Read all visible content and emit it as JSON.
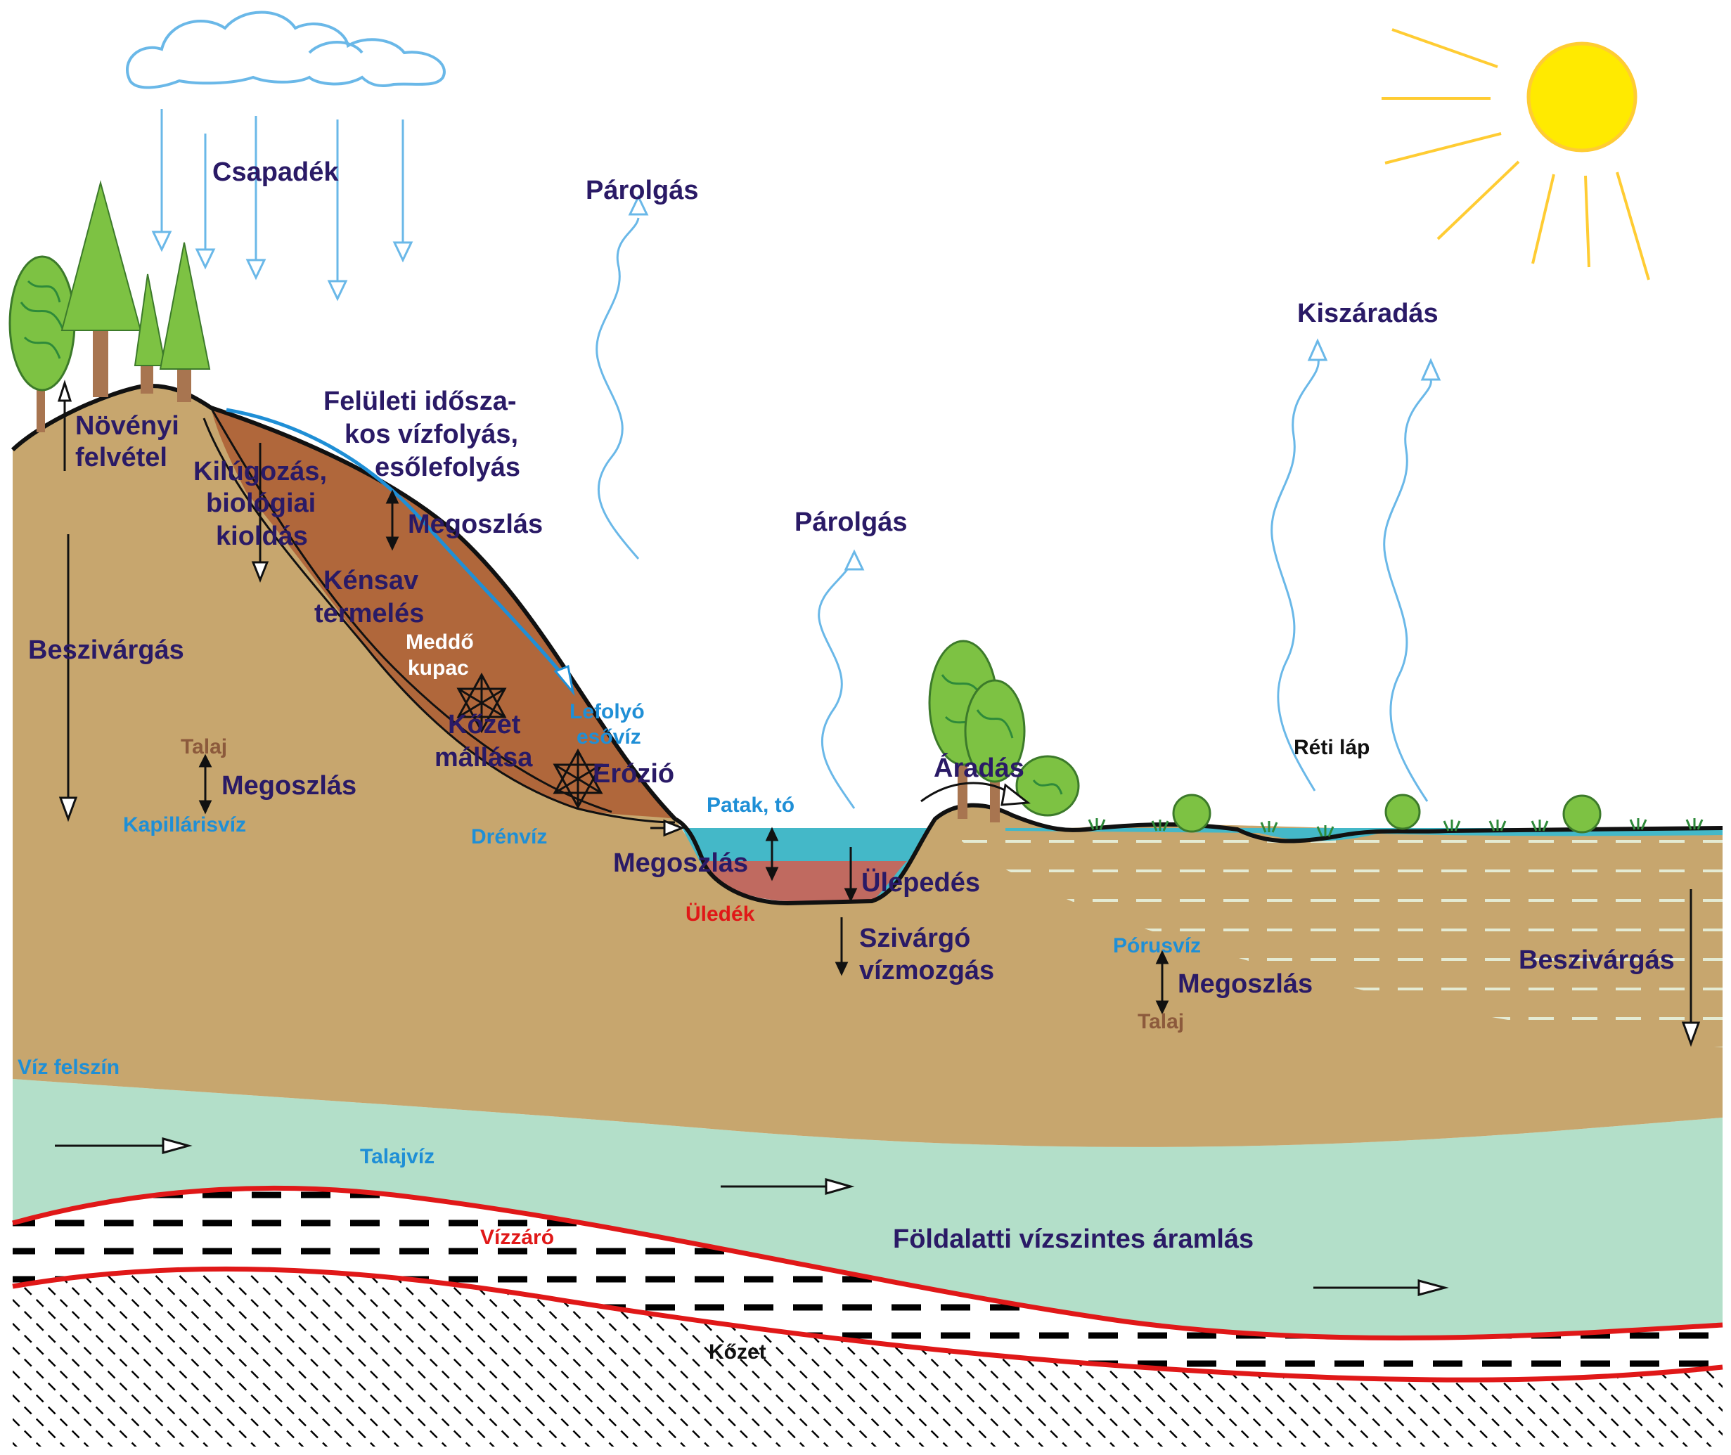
{
  "colors": {
    "ground": "#c7a66e",
    "mining_heap": "#b0673b",
    "groundwater": "#b3dfc9",
    "water": "#44b8c8",
    "sediment": "#c06a60",
    "rain_arrows": "#6ab8e8",
    "sun": "#ffea00",
    "sun_rays": "#ffcc33",
    "tree_green": "#7dc243",
    "trunk": "#a87550",
    "aquitard_line": "#e01818",
    "label_dark": "#2a1a66",
    "label_blue": "#1f8fd6"
  },
  "icons": {
    "cloud": "cloud-icon",
    "sun": "sun-icon",
    "trees": "tree-icon",
    "weathering": "asterisk-star-icon"
  },
  "labels": {
    "precipitation": "Csapadék",
    "evaporation_left": "Párolgás",
    "evaporation_mid": "Párolgás",
    "drying": "Kiszáradás",
    "plant_uptake_1": "Növényi",
    "plant_uptake_2": "felvétel",
    "surface_runoff_1": "Felületi idősza-",
    "surface_runoff_2": "kos vízfolyás,",
    "surface_runoff_3": "esőlefolyás",
    "leaching_1": "Kilúgozás,",
    "leaching_2": "biológiai",
    "leaching_3": "kioldás",
    "distribution_heap": "Megoszlás",
    "sulfuric_1": "Kénsav",
    "sulfuric_2": "termelés",
    "spoil_heap_1": "Meddő",
    "spoil_heap_2": "kupac",
    "rock_weathering_1": "Kőzet",
    "rock_weathering_2": "mállása",
    "runoff_rain_1": "Lefolyó",
    "runoff_rain_2": "esővíz",
    "erosion": "Erózió",
    "infiltration_left": "Beszivárgás",
    "soil_left": "Talaj",
    "distribution_left": "Megoszlás",
    "capillary_water": "Kapillárisvíz",
    "drain_water": "Drénvíz",
    "stream_lake": "Patak, tó",
    "distribution_lake": "Megoszlás",
    "sedimentation": "Ülepedés",
    "sediment": "Üledék",
    "seepage_1": "Szivárgó",
    "seepage_2": "vízmozgás",
    "flooding": "Áradás",
    "meadow_bog": "Réti láp",
    "pore_water": "Pórusvíz",
    "distribution_right": "Megoszlás",
    "soil_right": "Talaj",
    "infiltration_right": "Beszivárgás",
    "water_surface": "Víz felszín",
    "groundwater": "Talajvíz",
    "aquitard": "Vízzáró",
    "underground_flow": "Földalatti vízszintes áramlás",
    "rock": "Kőzet"
  }
}
